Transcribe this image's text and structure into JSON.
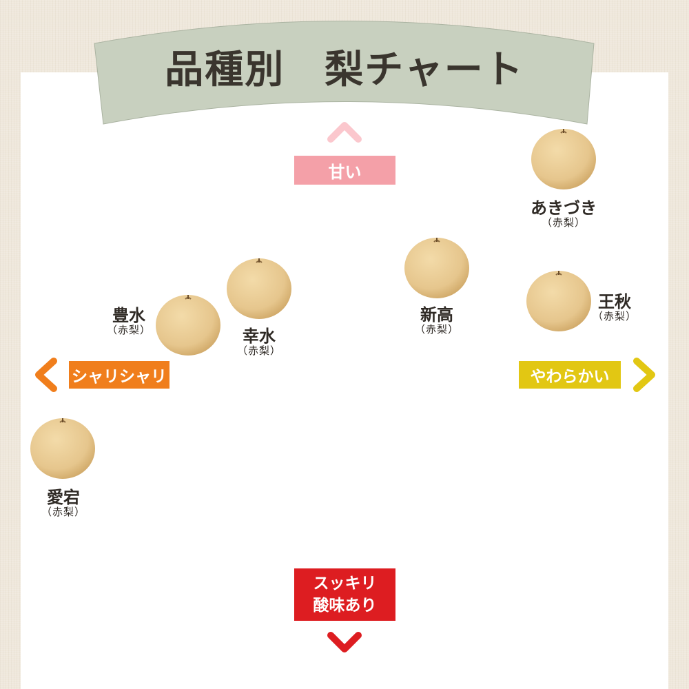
{
  "title": "品種別　梨チャート",
  "axes": {
    "top": "甘い",
    "left": "シャリシャリ",
    "right": "やわらかい",
    "bottom_line1": "スッキリ",
    "bottom_line2": "酸味あり"
  },
  "pears": [
    {
      "name": "あきづき",
      "type": "（赤梨）"
    },
    {
      "name": "王秋",
      "type": "（赤梨）"
    },
    {
      "name": "新高",
      "type": "（赤梨）"
    },
    {
      "name": "幸水",
      "type": "（赤梨）"
    },
    {
      "name": "豊水",
      "type": "（赤梨）"
    },
    {
      "name": "愛宕",
      "type": "（赤梨）"
    }
  ],
  "colors": {
    "banner": "#c8d0bf",
    "sweet": "#f4a0a8",
    "crisp": "#f07e1c",
    "soft": "#e2c713",
    "sour": "#dd1d21",
    "pear": "#e8c893"
  }
}
